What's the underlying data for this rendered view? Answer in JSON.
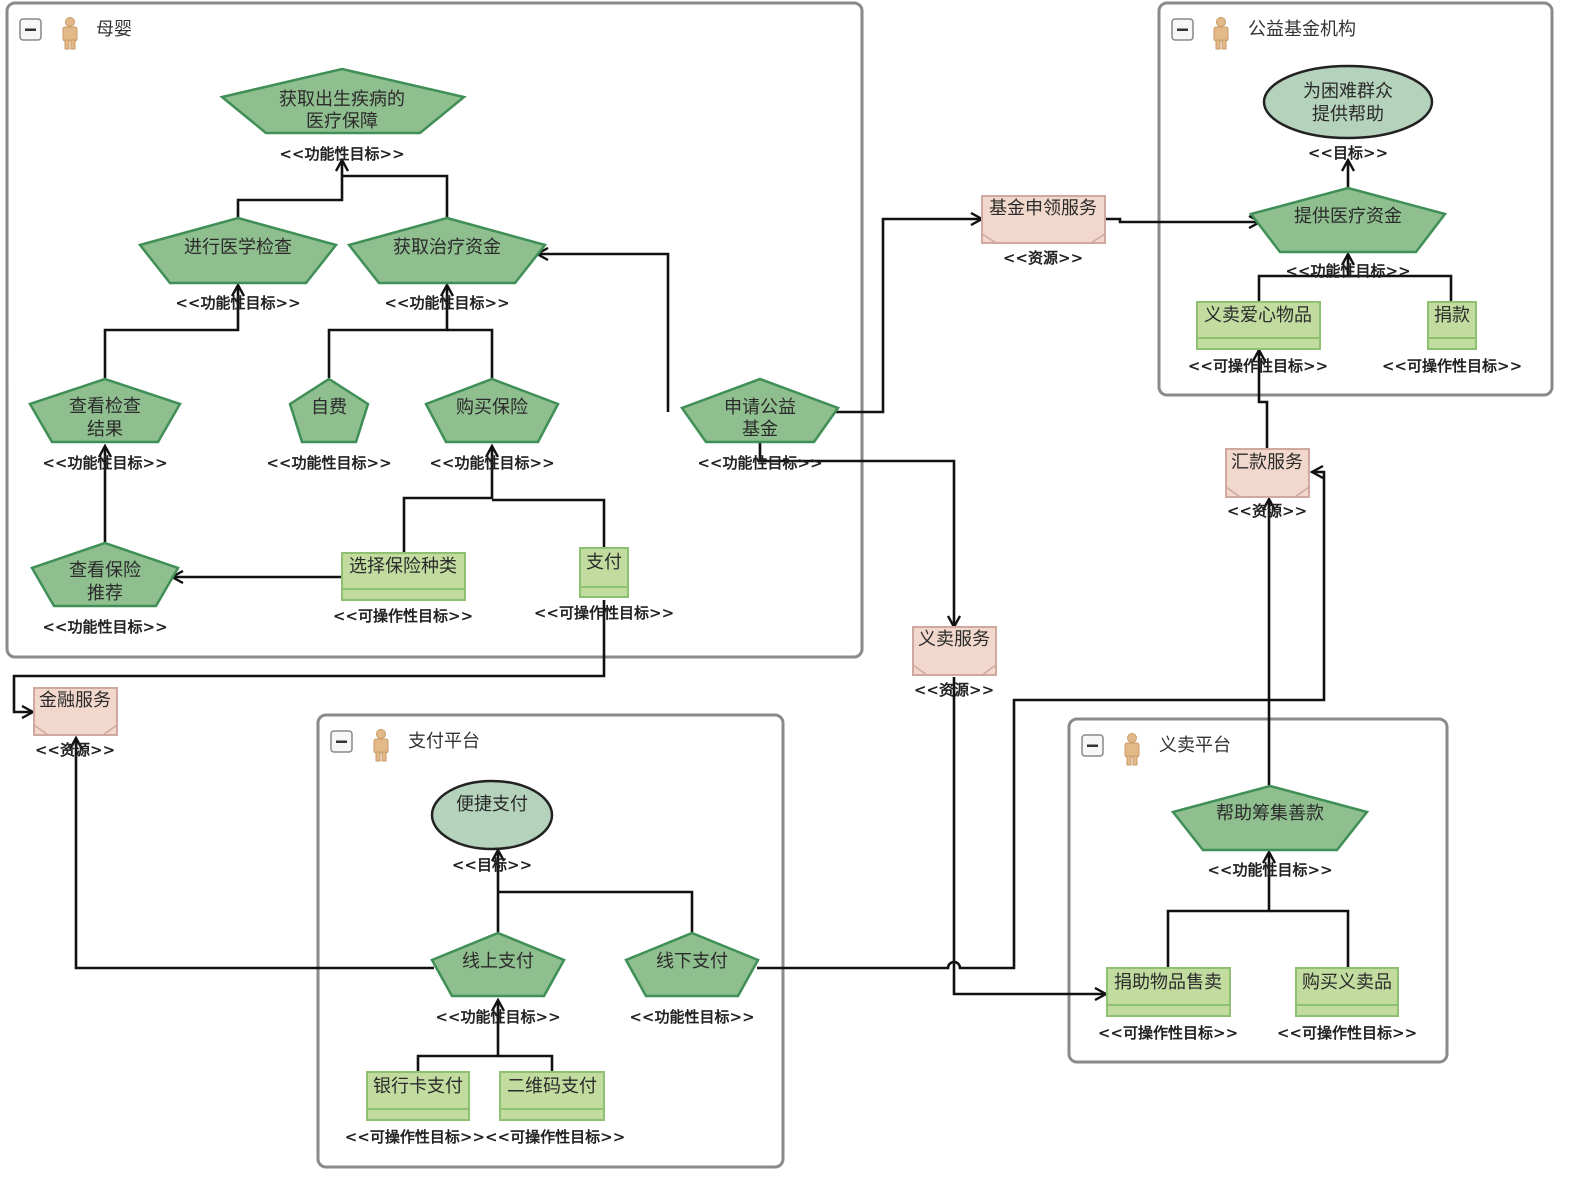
{
  "actors": [
    {
      "id": "maternal",
      "title": "母婴"
    },
    {
      "id": "charity",
      "title": "公益基金机构"
    },
    {
      "id": "payment",
      "title": "支付平台"
    },
    {
      "id": "charity_sale",
      "title": "义卖平台"
    }
  ],
  "stereotypes": {
    "functional": "<<功能性目标>>",
    "operational": "<<可操作性目标>>",
    "goal": "<<目标>>",
    "resource": "<<资源>>",
    "operational_pair": "<<可操作性目标>><<可操作性目标>>"
  },
  "nodes": {
    "get_birth_medical": {
      "lines": [
        "获取出生疾病的",
        "医疗保障"
      ]
    },
    "medical_check": {
      "lines": [
        "进行医学检查"
      ]
    },
    "get_treatment_funds": {
      "lines": [
        "获取治疗资金"
      ]
    },
    "view_check_result": {
      "lines": [
        "查看检查",
        "结果"
      ]
    },
    "self_pay": {
      "lines": [
        "自费"
      ]
    },
    "buy_insurance": {
      "lines": [
        "购买保险"
      ]
    },
    "apply_fund": {
      "lines": [
        "申请公益",
        "基金"
      ]
    },
    "view_insurance_rec": {
      "lines": [
        "查看保险",
        "推荐"
      ]
    },
    "choose_insurance": {
      "lines": [
        "选择保险种类"
      ]
    },
    "pay": {
      "lines": [
        "支付"
      ]
    },
    "help_needy": {
      "lines": [
        "为困难群众",
        "提供帮助"
      ]
    },
    "provide_medical_funds": {
      "lines": [
        "提供医疗资金"
      ]
    },
    "charity_sale_items": {
      "lines": [
        "义卖爱心物品"
      ]
    },
    "donate": {
      "lines": [
        "捐款"
      ]
    },
    "fund_claim_service": {
      "lines": [
        "基金申领服务"
      ]
    },
    "remit_service": {
      "lines": [
        "汇款服务"
      ]
    },
    "charity_sale_service": {
      "lines": [
        "义卖服务"
      ]
    },
    "finance_service": {
      "lines": [
        "金融服务"
      ]
    },
    "easy_pay": {
      "lines": [
        "便捷支付"
      ]
    },
    "online_pay": {
      "lines": [
        "线上支付"
      ]
    },
    "offline_pay": {
      "lines": [
        "线下支付"
      ]
    },
    "bank_card_pay": {
      "lines": [
        "银行卡支付"
      ]
    },
    "qr_pay": {
      "lines": [
        "二维码支付"
      ]
    },
    "help_raise": {
      "lines": [
        "帮助筹集善款"
      ]
    },
    "donate_items_sale": {
      "lines": [
        "捐助物品售卖"
      ]
    },
    "buy_charity_items": {
      "lines": [
        "购买义卖品"
      ]
    }
  },
  "colors": {
    "goal_fill": "#8fbe8f",
    "goal_stroke": "#3f8f57",
    "softgoal_fill": "#b4d2bc",
    "task_fill": "#c2dca0",
    "resource_fill": "#f2d8cc",
    "actor_icon": "#e3b98a"
  },
  "icons": {
    "collapse": "minus-icon",
    "actor": "actor-person-icon"
  }
}
